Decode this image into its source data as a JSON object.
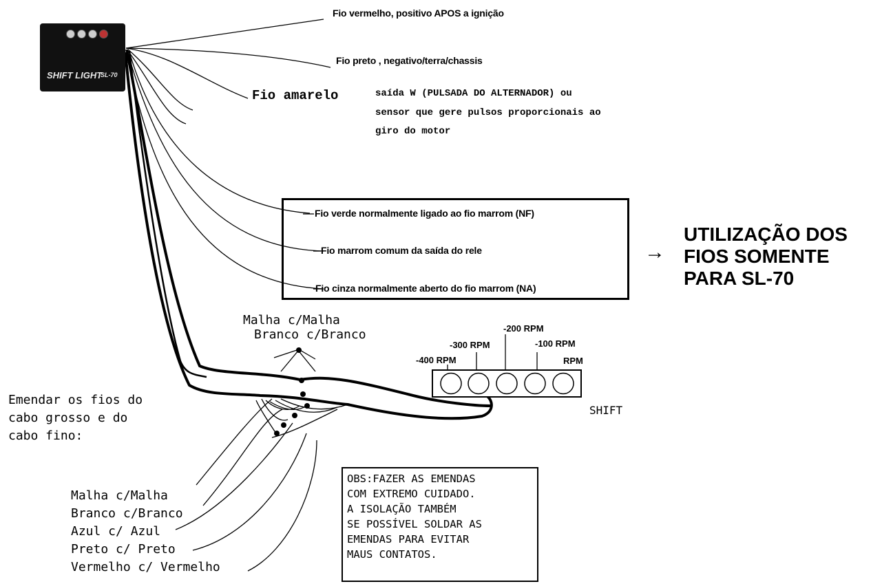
{
  "device": {
    "label": "SHIFT LIGHT",
    "model": "SL-70"
  },
  "wires": {
    "red": "Fio vermelho, positivo APOS a ignição",
    "black": "Fio preto , negativo/terra/chassis",
    "yellow_name": "Fio amarelo",
    "yellow_desc": [
      "saída W (PULSADA DO ALTERNADOR) ou",
      "sensor que gere pulsos proporcionais ao",
      "giro do motor"
    ]
  },
  "relay": {
    "green": "Fio verde normalmente ligado ao fio marrom (NF)",
    "brown": "Fio marrom comum da saída do rele",
    "gray": "Fio cinza normalmente aberto do fio marrom (NA)"
  },
  "relay_note": {
    "arrow": "→",
    "lines": [
      "UTILIZAÇÃO DOS",
      "FIOS SOMENTE",
      "PARA SL-70"
    ]
  },
  "shift_display": {
    "rpm_labels": [
      "-400 RPM",
      "-300 RPM",
      "-200 RPM",
      "-100 RPM",
      "RPM"
    ],
    "caption": "SHIFT"
  },
  "thin_splice": {
    "line1": "Malha c/Malha",
    "line2": "Branco c/Branco"
  },
  "splice_instruction": [
    "Emendar os fios do",
    "cabo grosso e do",
    "cabo fino:"
  ],
  "splice_list": [
    "Malha c/Malha",
    "Branco c/Branco",
    "Azul c/ Azul",
    "Preto c/ Preto",
    "Vermelho c/ Vermelho"
  ],
  "obs": [
    "OBS:FAZER AS EMENDAS",
    "COM EXTREMO CUIDADO.",
    "A ISOLAÇÃO TAMBÉM",
    "SE POSSÍVEL SOLDAR AS",
    "EMENDAS PARA EVITAR",
    "MAUS CONTATOS."
  ]
}
